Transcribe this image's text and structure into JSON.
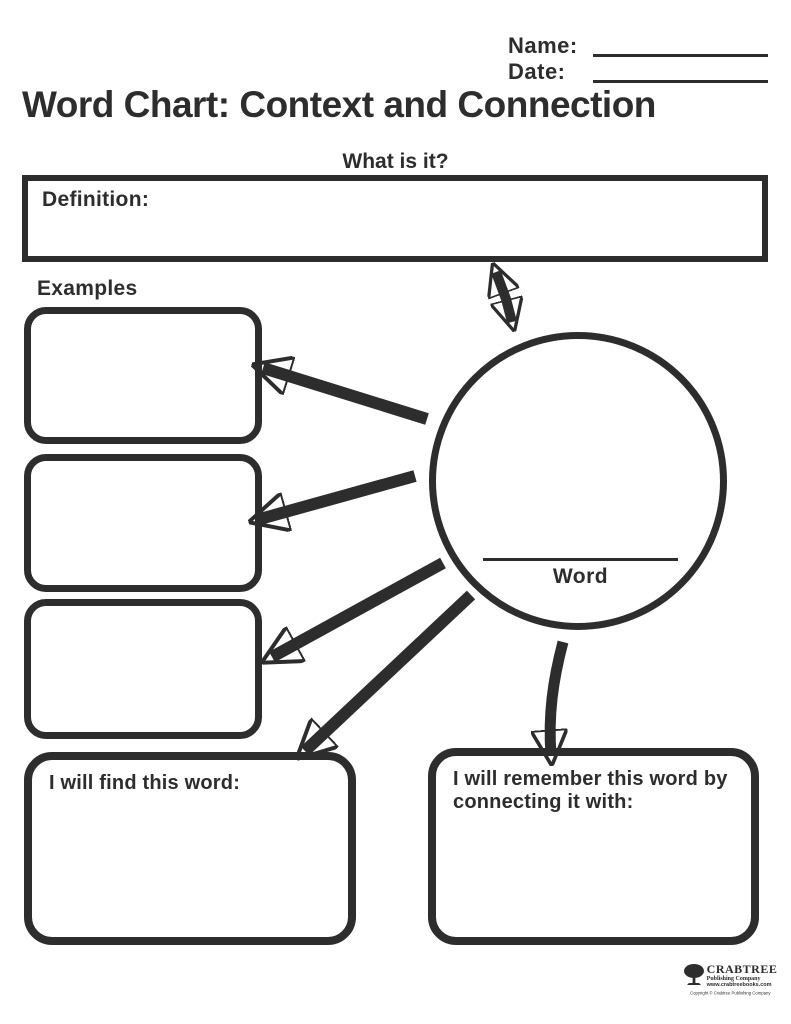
{
  "header": {
    "name_label": "Name:",
    "date_label": "Date:",
    "title": "Word Chart: Context and Connection"
  },
  "definition": {
    "heading": "What is it?",
    "label": "Definition:"
  },
  "examples": {
    "label": "Examples"
  },
  "word_circle": {
    "label": "Word"
  },
  "find_box": {
    "label": "I will find this word:"
  },
  "remember_box": {
    "label": "I will remember this word by connecting it with:"
  },
  "footer_logo": {
    "name": "CRABTREE",
    "subtitle": "Publishing Company",
    "url": "www.crabtreebooks.com",
    "copyright": "Copyright © Crabtree Publishing Company"
  },
  "colors": {
    "ink": "#2d2d2d",
    "paper": "#ffffff"
  }
}
